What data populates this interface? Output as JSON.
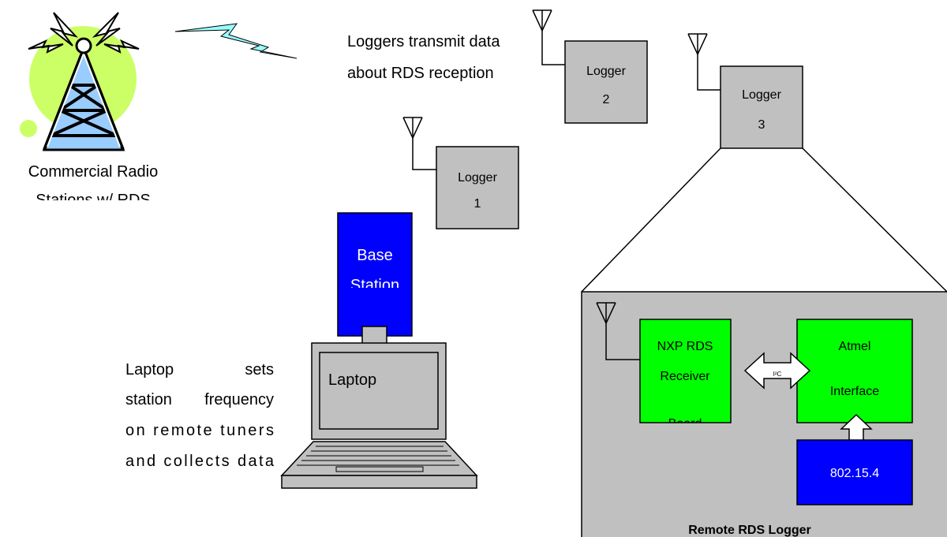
{
  "radio_caption": {
    "line1": "Commercial Radio",
    "line2": "Stations w/ RDS"
  },
  "loggers_note": {
    "line1": "Loggers transmit data",
    "line2": "about RDS reception"
  },
  "loggers": [
    {
      "name": "Logger",
      "number": "1"
    },
    {
      "name": "Logger",
      "number": "2"
    },
    {
      "name": "Logger",
      "number": "3"
    }
  ],
  "base_station": {
    "line1": "Base",
    "line2": "Station"
  },
  "laptop": {
    "label": "Laptop"
  },
  "laptop_note": {
    "line1_left": "Laptop",
    "line1_right": "sets",
    "line2_left": "station",
    "line2_right": "frequency",
    "line3": "on remote tuners",
    "line4": "and collects data"
  },
  "remote_logger": {
    "title": "Remote RDS Logger",
    "receiver": {
      "line1": "NXP RDS",
      "line2": "Receiver",
      "line3": "Board"
    },
    "interface": {
      "line1": "Atmel",
      "line2": "Interface"
    },
    "bus_label": "I²C",
    "radio_module": "802.15.4"
  },
  "colors": {
    "logger_fill": "#c0c0c0",
    "board_fill": "#00ff00",
    "module_fill": "#0000ff",
    "panel_fill": "#c0c0c0",
    "tower_glow": "#ccff66",
    "lightning_fill": "#99ffff",
    "tower_lattice": "#99ccff"
  }
}
